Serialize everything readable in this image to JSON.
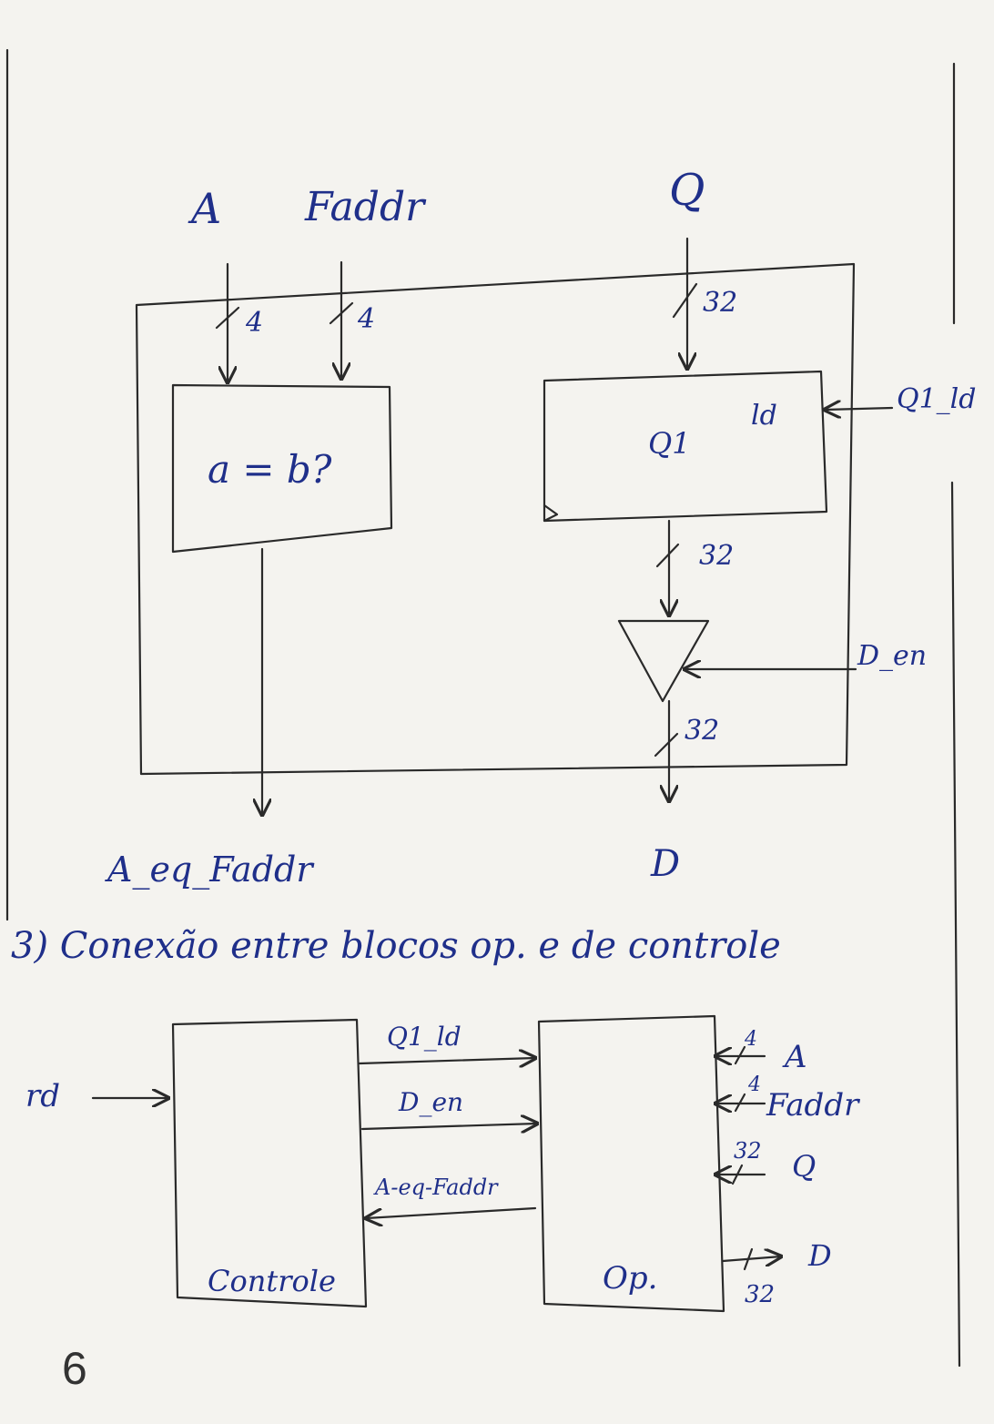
{
  "top_diagram": {
    "inputs": {
      "a": "A",
      "faddr": "Faddr",
      "q": "Q"
    },
    "widths": {
      "a": "4",
      "faddr": "4",
      "q": "32",
      "q1_out": "32",
      "tristate_out": "32"
    },
    "comparator_label": "a = b?",
    "register_label": "Q1",
    "register_load_label": "ld",
    "control_signals": {
      "q1_ld": "Q1_ld",
      "d_en": "D_en"
    },
    "outputs": {
      "a_eq_faddr": "A_eq_Faddr",
      "d": "D"
    }
  },
  "section_heading": "3) Conexão entre blocos op. e de controle",
  "bottom_diagram": {
    "input_rd": "rd",
    "control_block_label": "Controle",
    "op_block_label": "Op.",
    "signals": [
      "Q1_ld",
      "D_en",
      "A-eq-Faddr"
    ],
    "ports": [
      {
        "name": "A",
        "width": "4"
      },
      {
        "name": "Faddr",
        "width": "4"
      },
      {
        "name": "Q",
        "width": "32"
      },
      {
        "name": "D",
        "width": "32"
      }
    ]
  },
  "page_number": "6"
}
